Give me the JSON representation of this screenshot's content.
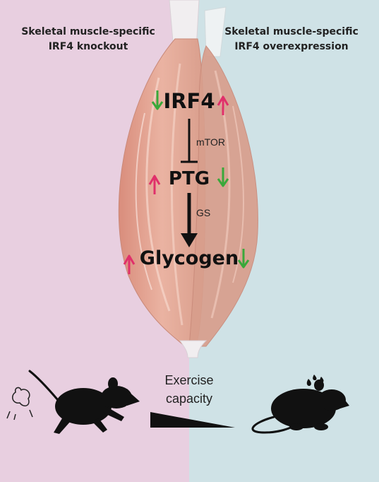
{
  "headings": {
    "left": "Skeletal muscle-specific\nIRF4 knockout",
    "right": "Skeletal muscle-specific\nIRF4 overexpression"
  },
  "pathway": {
    "irf4": "IRF4",
    "ptg": "PTG",
    "glycogen": "Glycogen",
    "inhibitor_label": "mTOR",
    "activator_label": "GS"
  },
  "exercise": {
    "label": "Exercise\ncapacity"
  },
  "colors": {
    "left_background": "#e8cfe0",
    "right_background": "#cfe2e6",
    "up_arrow": "#e0306a",
    "down_arrow": "#3aa83a",
    "muscle": "#e3a898",
    "mouse": "#111111"
  },
  "changes": {
    "knockout": {
      "irf4": "down",
      "ptg": "up",
      "glycogen": "up"
    },
    "overexpression": {
      "irf4": "up",
      "ptg": "down",
      "glycogen": "down"
    }
  }
}
